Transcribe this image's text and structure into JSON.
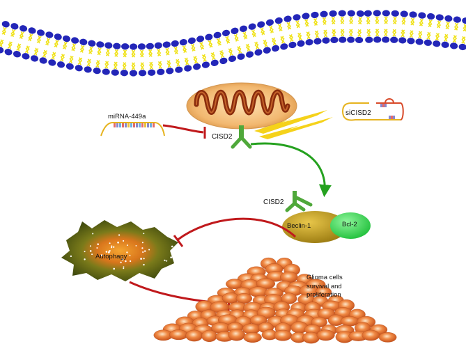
{
  "labels": {
    "mirna": "miRNA-449a",
    "cisd2_mito": "CISD2",
    "sicisd2": "siCISD2",
    "cisd2_complex": "CISD2",
    "beclin": "Beclin-1",
    "bcl2": "Bcl-2",
    "autophagy": "Autophagy",
    "glioma": "Glioma cells survival and proliferation"
  },
  "colors": {
    "lipid_head": "#2326b8",
    "lipid_tail": "#f0e21a",
    "inhibit": "#c0191c",
    "activate": "#25a11f",
    "receptor": "#4fa83a",
    "beclin": "#c7a21a",
    "bcl2": "#3ee05a",
    "mito_outer": "#f7c987",
    "mito_inner": "#8a2c0c",
    "cell_body": "#5a6a17",
    "cell_core": "#e8801a",
    "glioma_cell": "#e07a3a"
  },
  "icons": [
    "lipid-bilayer",
    "mitochondrion",
    "mirna-strand",
    "sirna-hairpin",
    "cisd2-receptor",
    "autophagy-cell",
    "glioma-cell-cluster"
  ]
}
